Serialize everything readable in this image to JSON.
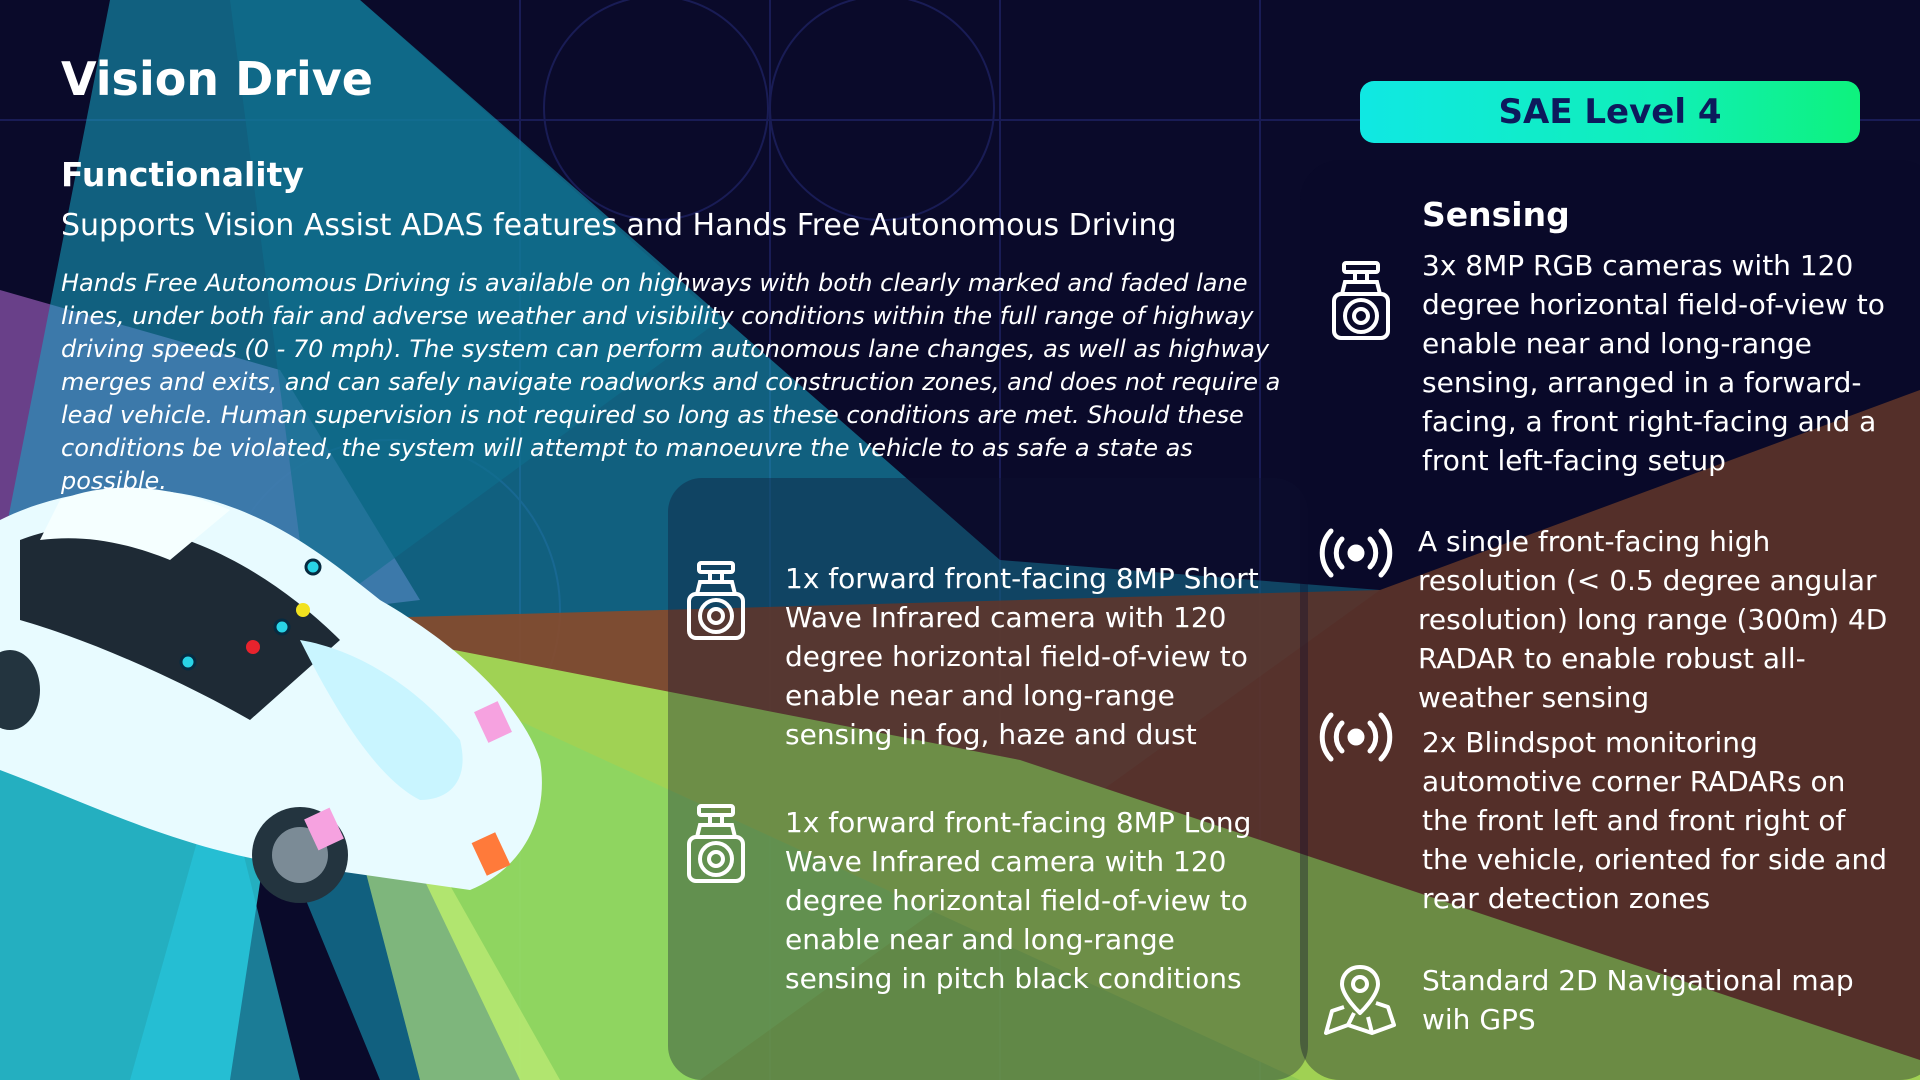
{
  "title": "Vision Drive",
  "functionality": {
    "heading": "Functionality",
    "subtitle": "Supports Vision Assist ADAS features and Hands Free Autonomous Driving",
    "description": "Hands Free Autonomous Driving is available on highways with both clearly marked and faded lane lines, under both fair and adverse weather and visibility conditions within the full range of highway driving speeds (0 - 70 mph). The system can perform autonomous lane changes, as well as highway merges and exits, and can safely navigate roadworks and construction zones, and does not require a lead vehicle. Human supervision is not required so long as these conditions are met. Should these conditions be violated, the system will attempt to manoeuvre the vehicle to as safe a state as possible."
  },
  "badge": {
    "label": "SAE Level 4"
  },
  "sensing": {
    "heading": "Sensing",
    "items": [
      {
        "icon": "camera-icon",
        "text": "3x 8MP RGB cameras with 120 degree horizontal field-of-view to enable near and long-range sensing, arranged in a forward-facing, a front right-facing and a front left-facing setup"
      },
      {
        "icon": "radar-icon",
        "text": "A single front-facing high resolution (< 0.5 degree angular resolution) long range (300m) 4D RADAR to enable robust all-weather sensing"
      },
      {
        "icon": "radar-icon",
        "text": "2x Blindspot monitoring automotive corner RADARs on the front left and front right of the vehicle, oriented for side and rear detection zones"
      },
      {
        "icon": "map-pin-icon",
        "text": "Standard 2D Navigational map wih GPS"
      }
    ]
  },
  "infrared": {
    "items": [
      {
        "icon": "camera-icon",
        "text": "1x forward front-facing 8MP Short Wave Infrared camera with 120 degree horizontal field-of-view to enable near and long-range sensing in fog, haze and dust"
      },
      {
        "icon": "camera-icon",
        "text": "1x forward front-facing 8MP Long Wave Infrared camera with 120 degree horizontal field-of-view to enable near and long-range sensing in pitch black conditions"
      }
    ]
  },
  "colors": {
    "background": "#0a0a2a",
    "badge_gradient_start": "#10e8e3",
    "badge_gradient_end": "#0ef27d",
    "badge_text": "#0d1a5c",
    "camera_beam": "#17c1d9",
    "radar_beam": "#8a4a2a",
    "infrared_beam": "#a6ea5a",
    "wide_beam": "#7a4a9a"
  }
}
